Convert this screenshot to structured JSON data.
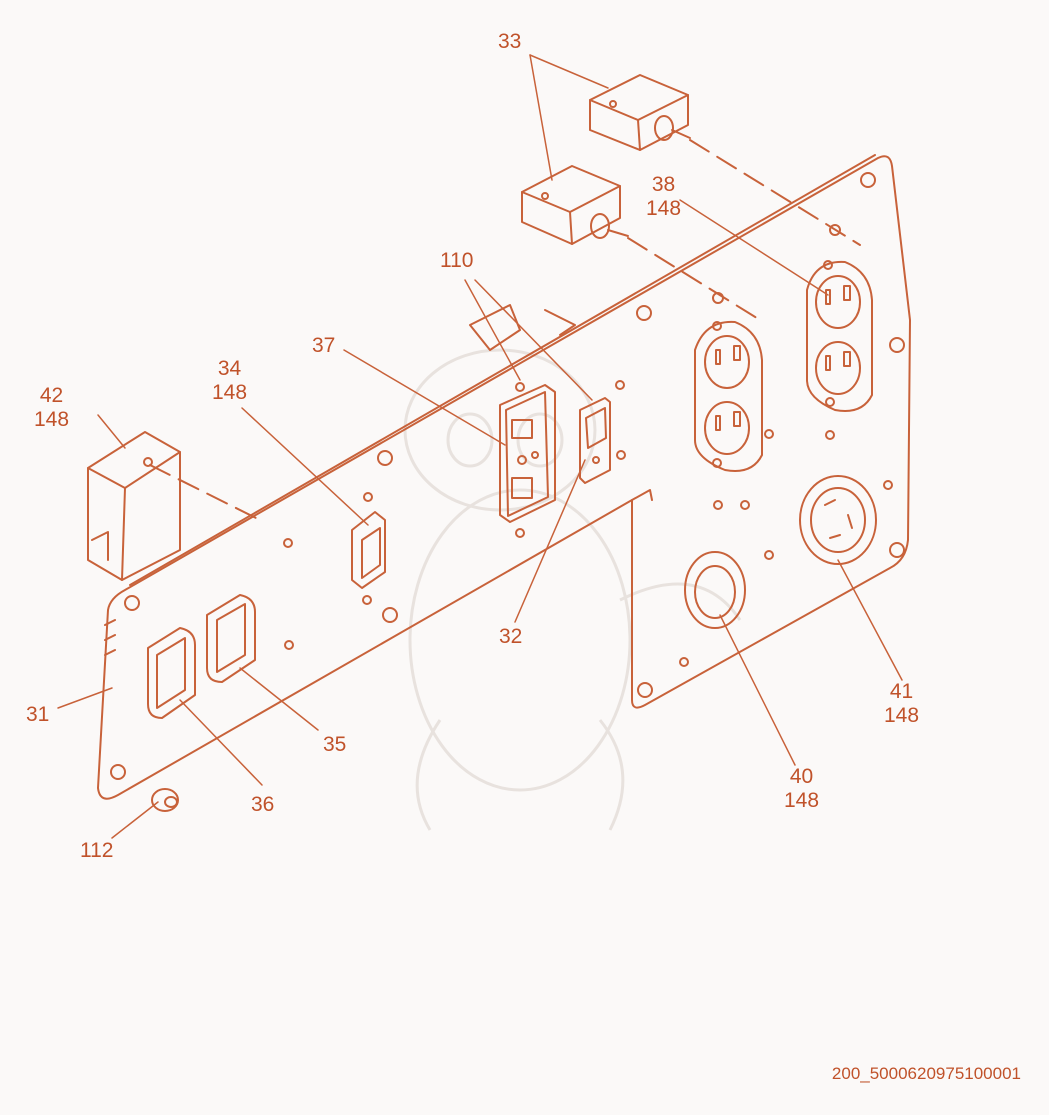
{
  "colors": {
    "line": "#c8623a",
    "label": "#c0522a",
    "background": "#fbf9f8",
    "watermark": "#e8e2de"
  },
  "callouts": {
    "c31": {
      "number": "31"
    },
    "c32": {
      "number": "32"
    },
    "c33": {
      "number": "33"
    },
    "c34": {
      "number": "34",
      "ref": "148"
    },
    "c35": {
      "number": "35"
    },
    "c36": {
      "number": "36"
    },
    "c37": {
      "number": "37"
    },
    "c38": {
      "number": "38",
      "ref": "148"
    },
    "c40": {
      "number": "40",
      "ref": "148"
    },
    "c41": {
      "number": "41",
      "ref": "148"
    },
    "c42": {
      "number": "42",
      "ref": "148"
    },
    "c110": {
      "number": "110"
    },
    "c112": {
      "number": "112"
    }
  },
  "document_id": "200_5000620975100001",
  "icons": [
    "dragon-watermark-icon",
    "gfci-receptacle-icon",
    "duplex-outlet-icon",
    "twist-lock-outlet-icon",
    "circuit-breaker-icon",
    "rocker-switch-icon",
    "grommet-icon",
    "nut-icon"
  ]
}
